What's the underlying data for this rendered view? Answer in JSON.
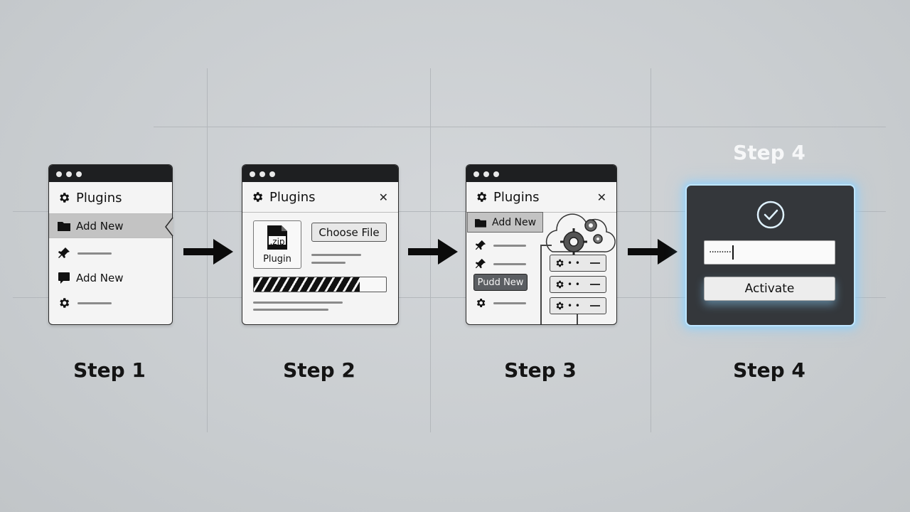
{
  "steps": [
    {
      "label": "Step 1",
      "window": {
        "title": "Plugins",
        "menu": [
          "Add New",
          "Add New"
        ]
      }
    },
    {
      "label": "Step 2",
      "window": {
        "title": "Plugins",
        "choose_file": "Choose File",
        "file_ext": ".zip",
        "file_label": "Plugin",
        "progress": 0.8
      }
    },
    {
      "label": "Step 3",
      "window": {
        "title": "Plugins",
        "add_new": "Add New",
        "pudd_new": "Pudd New"
      }
    },
    {
      "label": "Step 4",
      "heading": "Step 4",
      "password_mask": "·········",
      "activate": "Activate"
    }
  ],
  "icons": [
    "gear-icon",
    "folder-icon",
    "pin-icon",
    "comment-icon",
    "file-zip-icon",
    "check-circle-icon",
    "cloud-gears-icon",
    "server-icon",
    "arrow-right-icon",
    "close-icon"
  ],
  "colors": {
    "glow": "#bfe6ff",
    "dark_card": "#34373b",
    "titlebar": "#1e1f21"
  }
}
